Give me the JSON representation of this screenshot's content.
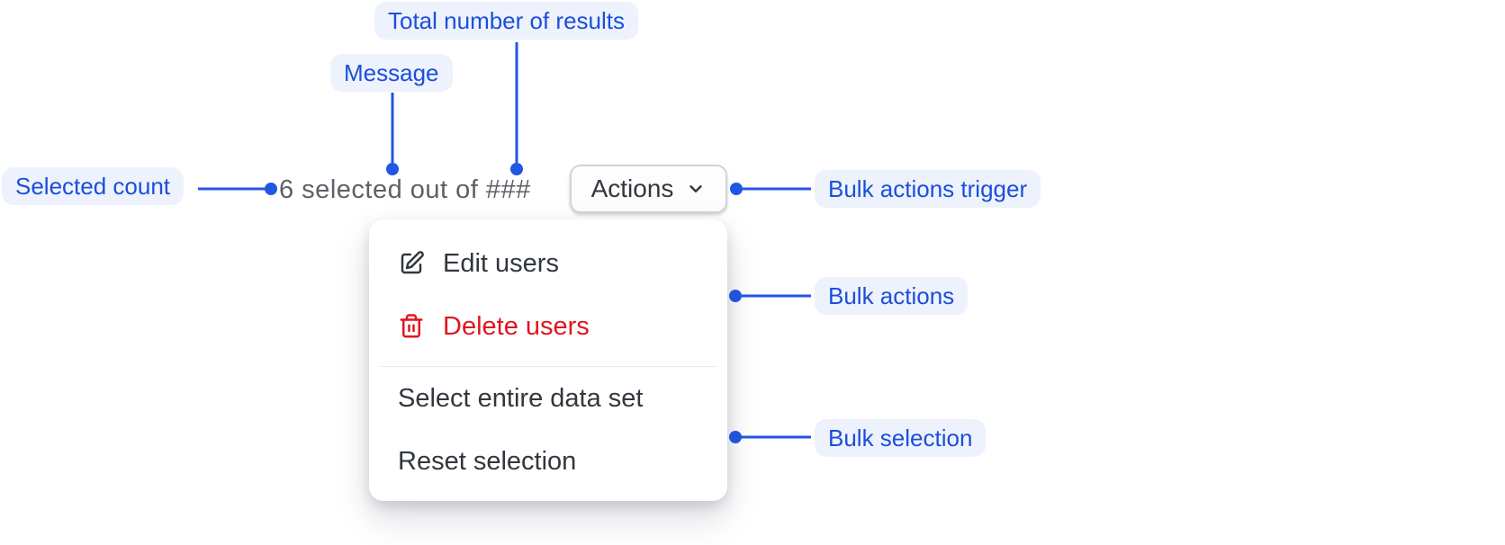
{
  "annotations": {
    "selected_count": {
      "label": "Selected count"
    },
    "message": {
      "label": "Message"
    },
    "total_results": {
      "label": "Total number of results"
    },
    "bulk_actions_trigger": {
      "label": "Bulk actions trigger"
    },
    "bulk_actions": {
      "label": "Bulk actions"
    },
    "bulk_selection": {
      "label": "Bulk selection"
    }
  },
  "toolbar": {
    "message_text": "6 selected out of ###",
    "actions_button": {
      "label": "Actions",
      "icon": "chevron-down-icon"
    }
  },
  "menu": {
    "items": [
      {
        "label": "Edit users",
        "icon": "edit-pencil-icon",
        "variant": "default"
      },
      {
        "label": "Delete users",
        "icon": "trash-icon",
        "variant": "destructive"
      },
      {
        "label": "Select entire data set",
        "icon": null,
        "variant": "default"
      },
      {
        "label": "Reset selection",
        "icon": null,
        "variant": "default"
      }
    ]
  },
  "colors": {
    "annotation_text": "#1c4fd8",
    "annotation_bg": "#edf2fd",
    "connector": "#2256e4",
    "message_text": "#5d6167",
    "menu_text": "#32373e",
    "destructive": "#e0161f",
    "button_border": "#d2d4d8",
    "divider": "#e8e9eb"
  }
}
